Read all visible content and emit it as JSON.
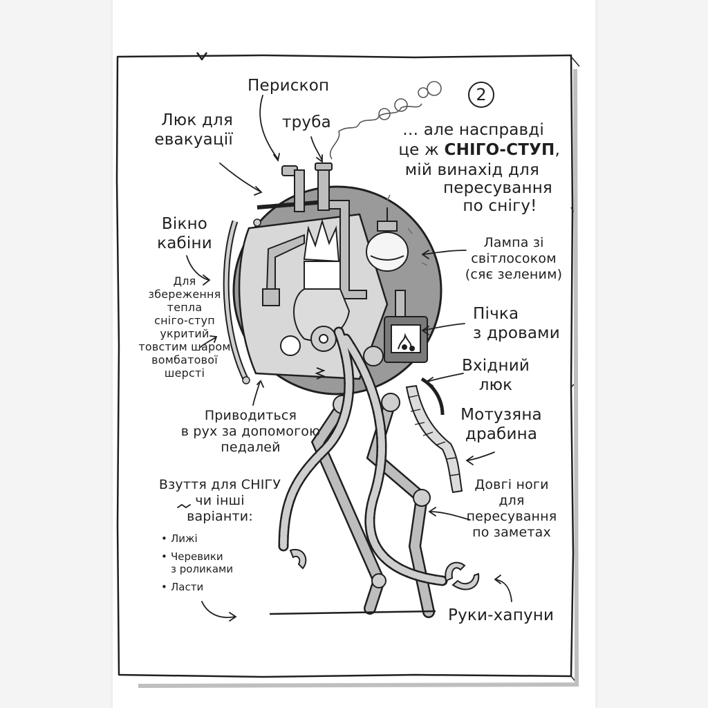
{
  "page_number": "2",
  "caption": {
    "line1": "… але насправді",
    "line2_prefix": "це ж ",
    "line2_emph": "СНІГО-СТУП",
    "line2_suffix": ",",
    "line3": "мій винахід для",
    "line4": "пересування",
    "line5": "по снігу!"
  },
  "labels": {
    "periscope": "Перископ",
    "pipe": "труба",
    "hatch": "Люк для\nевакуації",
    "window": "Вікно\nкабіни",
    "wool": "Для\nзбереження\nтепла\nсніго-ступ\nукритий\nтовстим шаром\nвомбатової\nшерсті",
    "lamp": "Лампа зі\nсвітлосоком\n(сяє зеленим)",
    "stove": "Пічка\nз дровами",
    "entry": "Вхідний\nлюк",
    "ladder": "Мотузяна\nдрабина",
    "pedals": "Приводиться\nв рух за допомогою\nпедалей",
    "legs": "Довгі ноги\nдля\nпересування\nпо заметах",
    "grabbers": "Руки-хапуни",
    "footwear": "Взуття для СНІГУ\nчи інші\nваріанти:"
  },
  "footwear_options": [
    "Лижі",
    "Черевики\nз роликами",
    "Ласти"
  ],
  "colors": {
    "ink": "#1f1f1f",
    "body_fill": "#9a9a9a",
    "metal": "#bdbdbd",
    "paper": "#ffffff"
  }
}
